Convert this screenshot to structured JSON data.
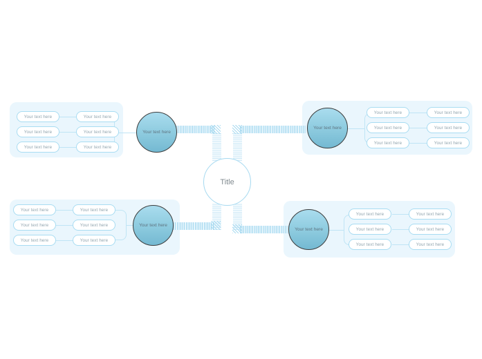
{
  "diagram": {
    "type": "mind-map",
    "center": {
      "label": "Title"
    },
    "branches": [
      {
        "id": "top-left",
        "position": "top-left",
        "label": "Your text here",
        "leaves_inner": [
          "Your text here",
          "Your text here",
          "Your text here"
        ],
        "leaves_outer": [
          "Your text here",
          "Your text here",
          "Your text here"
        ]
      },
      {
        "id": "top-right",
        "position": "top-right",
        "label": "Your text here",
        "leaves_inner": [
          "Your text here",
          "Your text here",
          "Your text here"
        ],
        "leaves_outer": [
          "Your text here",
          "Your text here",
          "Your text here"
        ]
      },
      {
        "id": "bottom-left",
        "position": "bottom-left",
        "label": "Your text here",
        "leaves_inner": [
          "Your text here",
          "Your text here",
          "Your text here"
        ],
        "leaves_outer": [
          "Your text here",
          "Your text here",
          "Your text here"
        ]
      },
      {
        "id": "bottom-right",
        "position": "bottom-right",
        "label": "Your text here",
        "leaves_inner": [
          "Your text here",
          "Your text here",
          "Your text here"
        ],
        "leaves_outer": [
          "Your text here",
          "Your text here",
          "Your text here"
        ]
      }
    ],
    "colors": {
      "canvas": "#ffffff",
      "panel": "#eaf6fd",
      "pill_border": "#a8dcf2",
      "pill_fill": "#ffffff",
      "text": "#8fa3ad",
      "branch_border": "#3b3b3b",
      "branch_fill_top": "#a9dcee",
      "branch_fill_bottom": "#74b9d2",
      "center_border": "#a5d9f0",
      "center_text": "#808a8f",
      "connector": "#bfe4f5",
      "band_hatch": "#9fd6ee"
    }
  }
}
